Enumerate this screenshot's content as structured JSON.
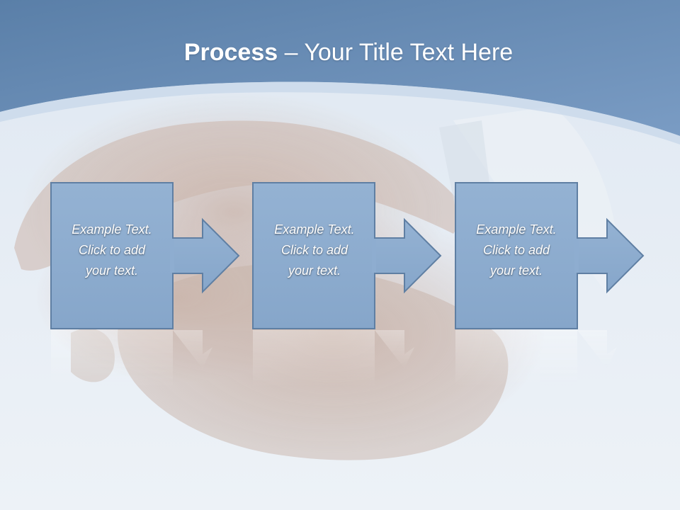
{
  "slide": {
    "title_bold": "Process",
    "title_rest": " – Your Title Text Here"
  },
  "colors": {
    "header_blue": "#6a8fba",
    "box_fill": "#8eadd0",
    "box_border": "#5f7fa3",
    "text": "#ffffff"
  },
  "background": {
    "photo": "handshake"
  },
  "process": {
    "steps": [
      {
        "lines": [
          "Example Text.",
          "Click  to add",
          "your text."
        ]
      },
      {
        "lines": [
          "Example Text.",
          "Click  to add",
          "your text."
        ]
      },
      {
        "lines": [
          "Example Text.",
          "Click  to add",
          "your text."
        ]
      }
    ]
  }
}
